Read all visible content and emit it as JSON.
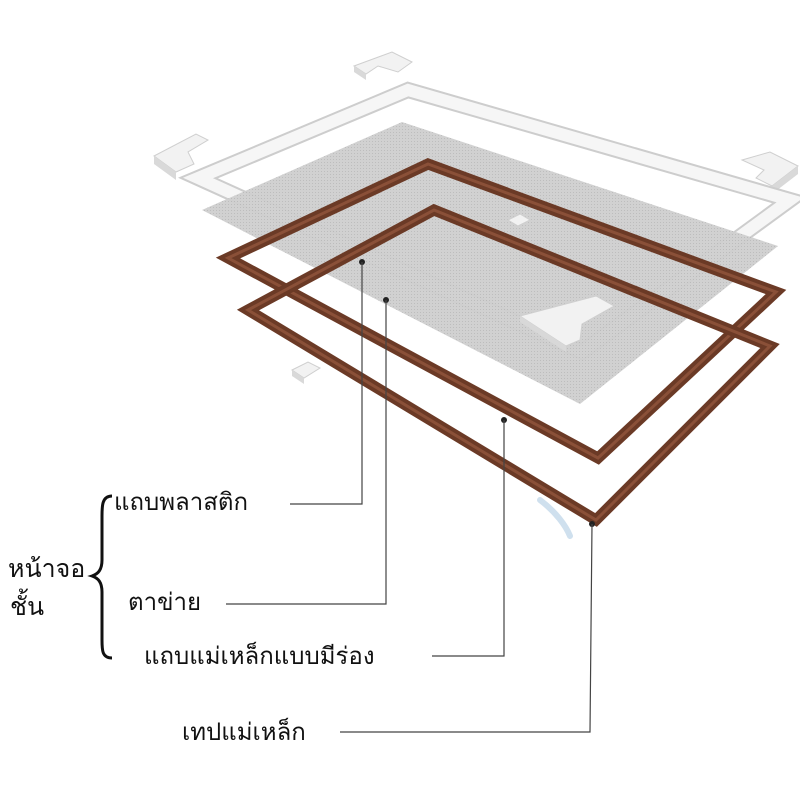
{
  "group_label": {
    "line1": "หน้าจอ",
    "line2": "ชั้น"
  },
  "callouts": {
    "plastic_strip": "แถบพลาสติก",
    "mesh": "ตาข่าย",
    "grooved_magnetic_strip": "แถบแม่เหล็กแบบมีร่อง",
    "magnetic_tape": "เทปแม่เหล็ก"
  },
  "colors": {
    "frame_white": "#f4f4f4",
    "frame_edge": "#c8c8c8",
    "mesh": "#c9c9c9",
    "magnet_brown": "#6b3a26",
    "leader": "#333333",
    "label_text": "#111111"
  }
}
